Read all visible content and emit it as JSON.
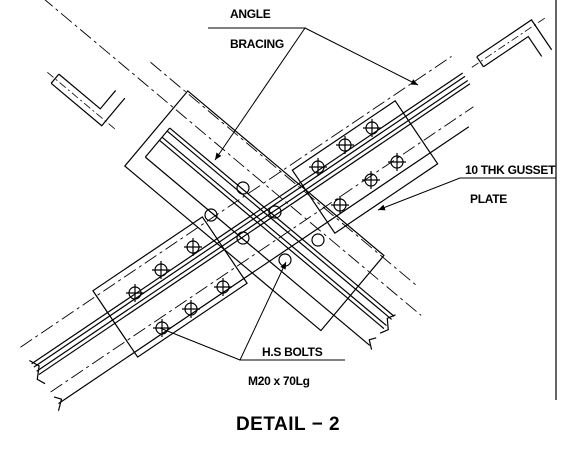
{
  "labels": {
    "angle": "ANGLE",
    "bracing": "BRACING",
    "gusset_line1": "10 THK GUSSET",
    "gusset_line2": "PLATE",
    "bolts_line1": "H.S BOLTS",
    "bolts_line2": "M20 x 70Lg"
  },
  "title": "DETAIL  −  2",
  "colors": {
    "line": "#000000",
    "background": "#ffffff"
  }
}
